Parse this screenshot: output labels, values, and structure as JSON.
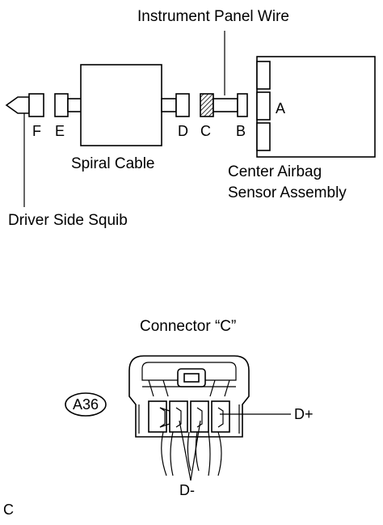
{
  "labels": {
    "instrument_panel_wire": "Instrument Panel Wire",
    "spiral_cable": "Spiral Cable",
    "center_airbag_line1": "Center Airbag",
    "center_airbag_line2": "Sensor Assembly",
    "driver_side_squib": "Driver Side Squib",
    "connector_title": "Connector “C”",
    "connector_code": "A36",
    "pin_plus": "D+",
    "pin_minus": "D-",
    "corner_tag": "C"
  },
  "connectors": {
    "a": "A",
    "b": "B",
    "c": "C",
    "d": "D",
    "e": "E",
    "f": "F"
  }
}
